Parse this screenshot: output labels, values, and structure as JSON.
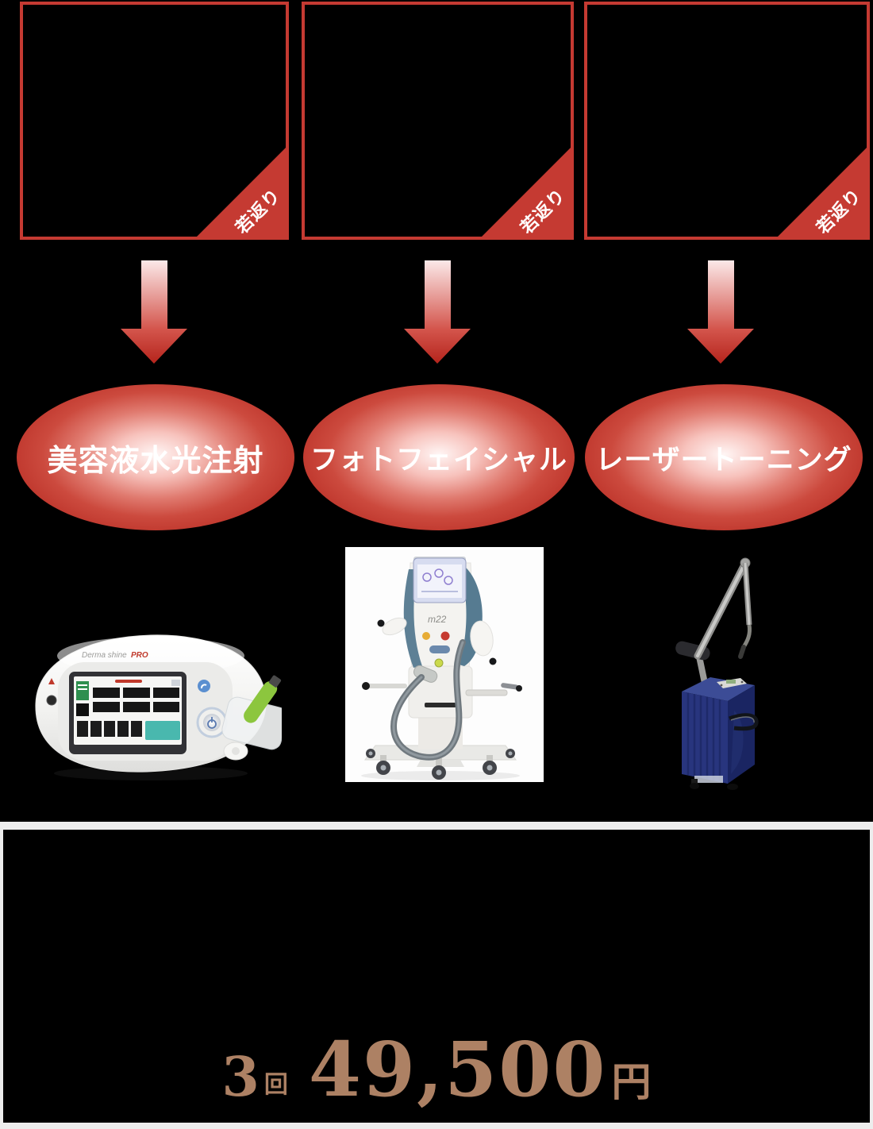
{
  "colors": {
    "red": "#c53a32",
    "price": "#ad8164",
    "card": "#ededed",
    "arrow-light": "#fbe9e9",
    "arrow-mid": "#d4564d",
    "arrow-dark": "#b5241c"
  },
  "flow": {
    "items": [
      {
        "ribbon": "若返り",
        "label": "美容液水光注射"
      },
      {
        "ribbon": "若返り",
        "label": "フォトフェイシャル"
      },
      {
        "ribbon": "若返り",
        "label": "レーザートーニング"
      }
    ]
  },
  "devices": {
    "device1_brand": "Derma shine",
    "device1_brand_suffix": "PRO",
    "device2_model": "m22"
  },
  "price": {
    "count": "3",
    "count_unit": "回",
    "amount": "49,500",
    "currency": "円"
  }
}
